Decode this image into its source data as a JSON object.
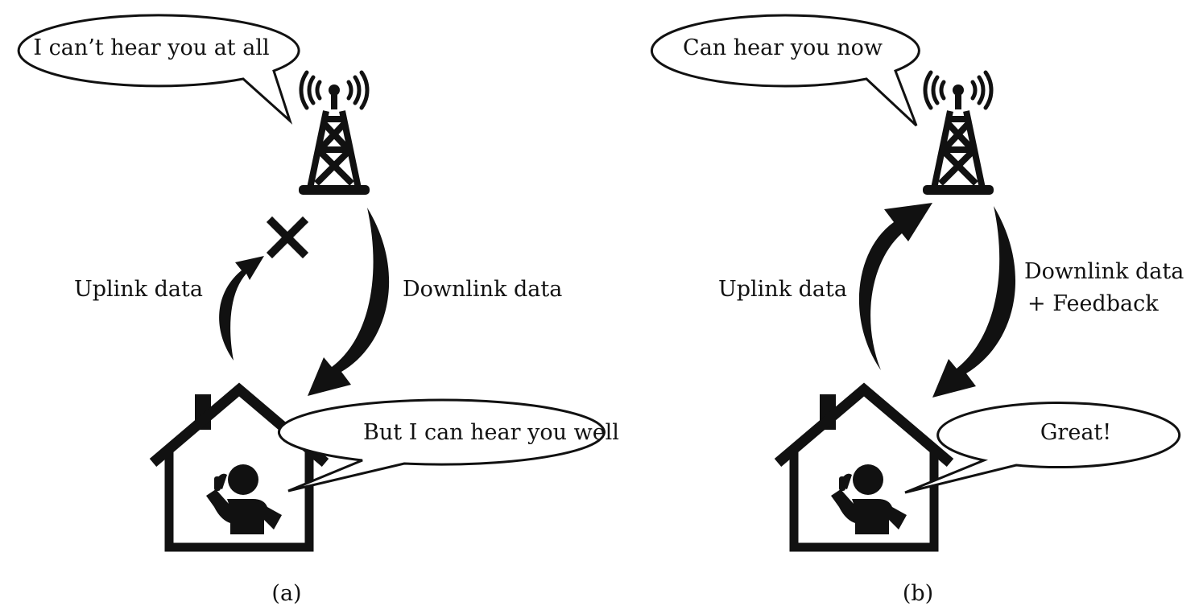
{
  "panels": [
    {
      "caption": "(a)",
      "tower_bubble": "I can’t hear you at all",
      "user_bubble": "But I can hear you well",
      "uplink_label": "Uplink data",
      "downlink_label_1": "Downlink data",
      "downlink_label_2": ""
    },
    {
      "caption": "(b)",
      "tower_bubble": "Can hear you now",
      "user_bubble": "Great!",
      "uplink_label": "Uplink data",
      "downlink_label_1": "Downlink data",
      "downlink_label_2": "+  Feedback"
    }
  ],
  "colors": {
    "ink": "#111111",
    "background": "#ffffff"
  },
  "icons": [
    "cell-tower-icon",
    "house-icon",
    "person-on-phone-icon",
    "blocked-x-icon",
    "curved-arrow-icon"
  ]
}
